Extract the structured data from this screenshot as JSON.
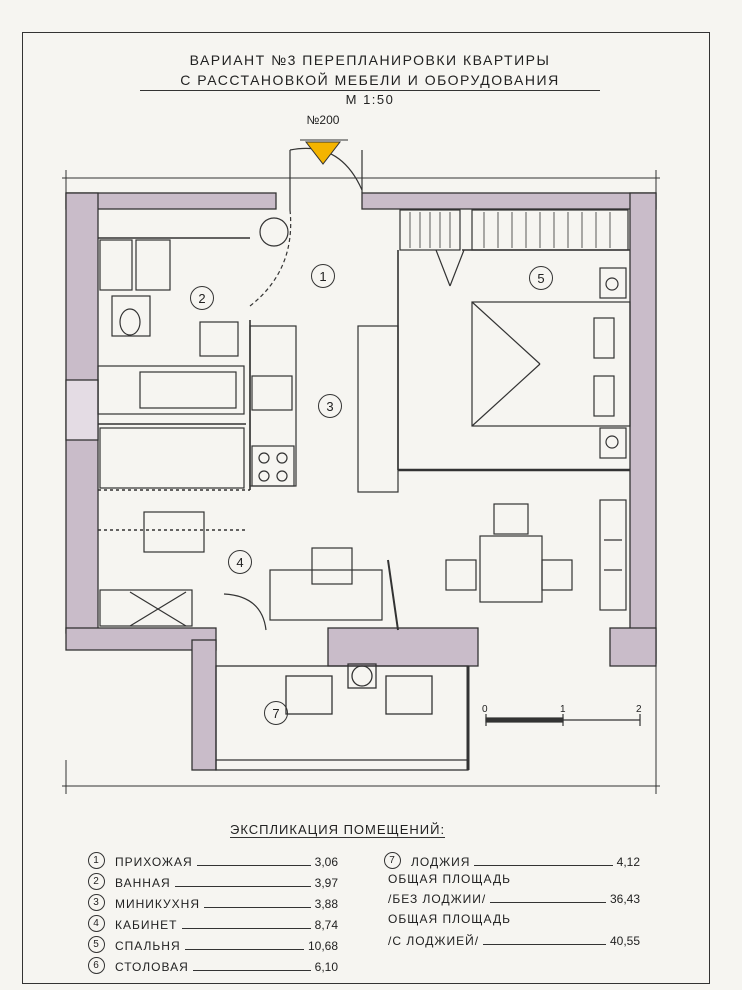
{
  "title": {
    "line1": "Вариант №3 перепланировки квартиры",
    "line2": "с расстановкой мебели и оборудования",
    "scale": "М 1:50"
  },
  "north_marker": "№200",
  "room_numbers": [
    "1",
    "2",
    "3",
    "4",
    "5",
    "7"
  ],
  "scale_bar": {
    "labels": [
      "0",
      "1",
      "2"
    ]
  },
  "legend": {
    "title": "Экспликация помещений:",
    "rooms": [
      {
        "num": "1",
        "name": "Прихожая",
        "area": "3,06"
      },
      {
        "num": "2",
        "name": "Ванная",
        "area": "3,97"
      },
      {
        "num": "3",
        "name": "Миникухня",
        "area": "3,88"
      },
      {
        "num": "4",
        "name": "Кабинет",
        "area": "8,74"
      },
      {
        "num": "5",
        "name": "Спальня",
        "area": "10,68"
      },
      {
        "num": "6",
        "name": "Столовая",
        "area": "6,10"
      },
      {
        "num": "7",
        "name": "Лоджия",
        "area": "4,12"
      }
    ],
    "totals": [
      {
        "label1": "Общая площадь",
        "label2": "/без лоджии/",
        "area": "36,43"
      },
      {
        "label1": "Общая площадь",
        "label2": "/с лоджией/",
        "area": "40,55"
      }
    ]
  },
  "colors": {
    "wall": "#c9bcc9",
    "wall_edge": "#333333",
    "accent": "#f4b400",
    "paper": "#f6f5f1"
  }
}
